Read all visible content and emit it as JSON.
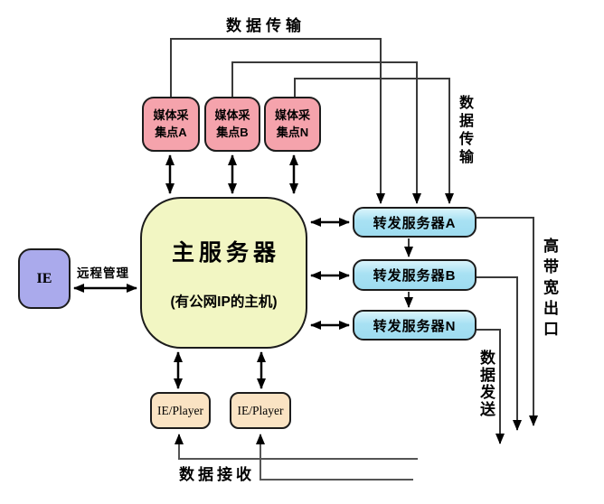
{
  "diagram": {
    "labels": {
      "data_transmission_top": "数据传输",
      "data_transmission_right": "数据传输",
      "remote_management": "远程管理",
      "high_bandwidth_exit": "高带宽出口",
      "data_send": "数据发送",
      "data_receive": "数据接收"
    },
    "nodes": {
      "ie_client": {
        "label": "IE"
      },
      "main_server": {
        "title": "主服务器",
        "subtitle": "(有公网IP的主机)"
      },
      "media_collectors": [
        {
          "label": "媒体采集点A"
        },
        {
          "label": "媒体采集点B"
        },
        {
          "label": "媒体采集点N"
        }
      ],
      "forward_servers": [
        {
          "label": "转发服务器A"
        },
        {
          "label": "转发服务器B"
        },
        {
          "label": "转发服务器N"
        }
      ],
      "players": [
        {
          "label": "IE/Player"
        },
        {
          "label": "IE/Player"
        }
      ]
    },
    "colors": {
      "collector_fill": "#f5a3ac",
      "main_server_fill": "#f2f6c3",
      "forward_server_fill": "#a8e1f3",
      "ie_fill": "#aaaaec",
      "player_fill": "#fae3c3",
      "line": "#3a3a3a",
      "background": "#ffffff"
    }
  }
}
